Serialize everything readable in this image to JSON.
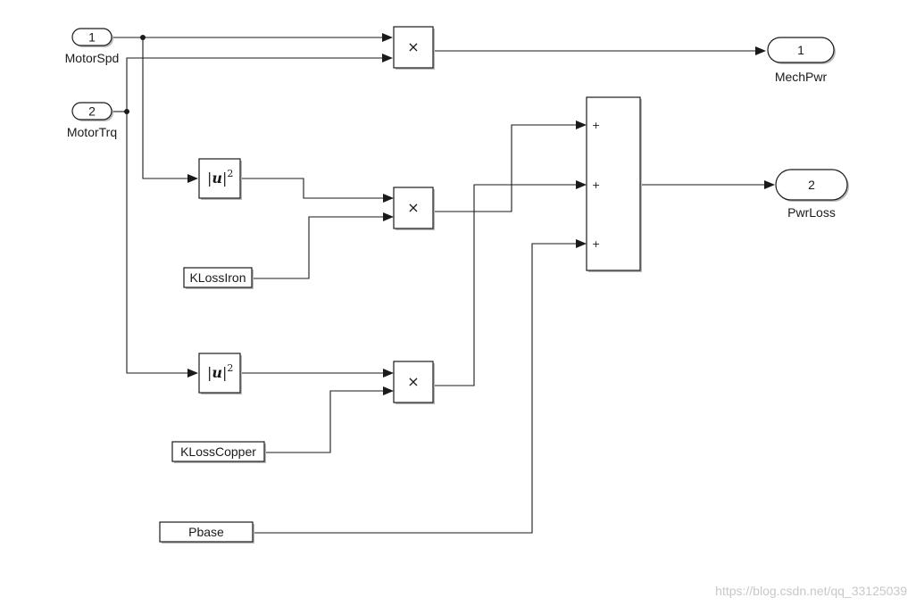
{
  "inports": [
    {
      "number": "1",
      "name": "MotorSpd"
    },
    {
      "number": "2",
      "name": "MotorTrq"
    }
  ],
  "outports": [
    {
      "number": "1",
      "name": "MechPwr"
    },
    {
      "number": "2",
      "name": "PwrLoss"
    }
  ],
  "constants": {
    "kloss_iron": "KLossIron",
    "kloss_copper": "KLossCopper",
    "pbase": "Pbase"
  },
  "product_symbol": "×",
  "sum_sign": "+",
  "square_block": {
    "base": "u",
    "exponent": "2"
  },
  "watermark": "https://blog.csdn.net/qq_33125039"
}
